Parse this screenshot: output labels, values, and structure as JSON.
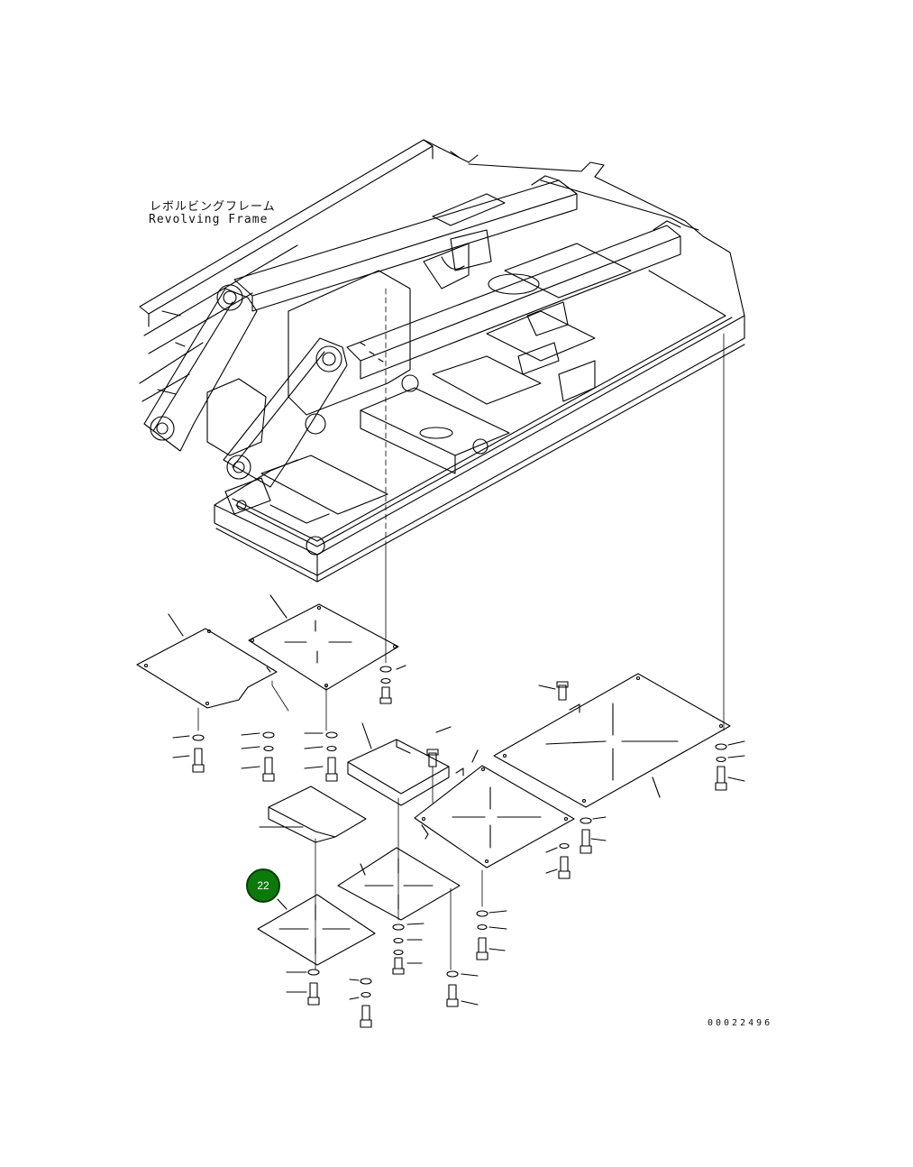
{
  "title": {
    "japanese": "レボルビングフレーム",
    "english": "Revolving Frame"
  },
  "callout": {
    "number": "22",
    "color": "#0b7a0b"
  },
  "document_id": "00022496"
}
